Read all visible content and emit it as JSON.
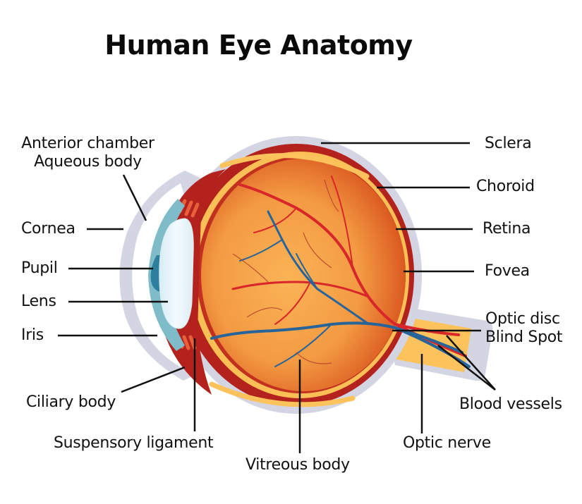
{
  "title": "Human Eye Anatomy",
  "colors": {
    "sclera": "#d3d5e3",
    "choroid": "#b3221d",
    "retina": "#fbbf55",
    "vitreous_light": "#f7a94a",
    "vitreous_dark": "#d9551f",
    "cornea_blue": "#7fbcc9",
    "pupil": "#2c7f9e",
    "lens": "#e6f4fa",
    "artery": "#d9262a",
    "vein": "#27649a",
    "optic_nerve": "#fcc25c",
    "leader_line": "#111111"
  },
  "labels": {
    "left": [
      {
        "id": "anterior-chamber",
        "text": "Anterior chamber",
        "text2": "Aqueous body"
      },
      {
        "id": "cornea",
        "text": "Cornea"
      },
      {
        "id": "pupil",
        "text": "Pupil"
      },
      {
        "id": "lens",
        "text": "Lens"
      },
      {
        "id": "iris",
        "text": "Iris"
      },
      {
        "id": "ciliary-body",
        "text": "Ciliary body"
      }
    ],
    "bottom": [
      {
        "id": "suspensory-ligament",
        "text": "Suspensory ligament"
      },
      {
        "id": "vitreous-body",
        "text": "Vitreous body"
      },
      {
        "id": "optic-nerve",
        "text": "Optic nerve"
      }
    ],
    "right": [
      {
        "id": "sclera",
        "text": "Sclera"
      },
      {
        "id": "choroid",
        "text": "Choroid"
      },
      {
        "id": "retina",
        "text": "Retina"
      },
      {
        "id": "fovea",
        "text": "Fovea"
      },
      {
        "id": "optic-disc",
        "text": "Optic disc",
        "text2": "Blind Spot"
      },
      {
        "id": "blood-vessels",
        "text": "Blood vessels"
      }
    ]
  }
}
